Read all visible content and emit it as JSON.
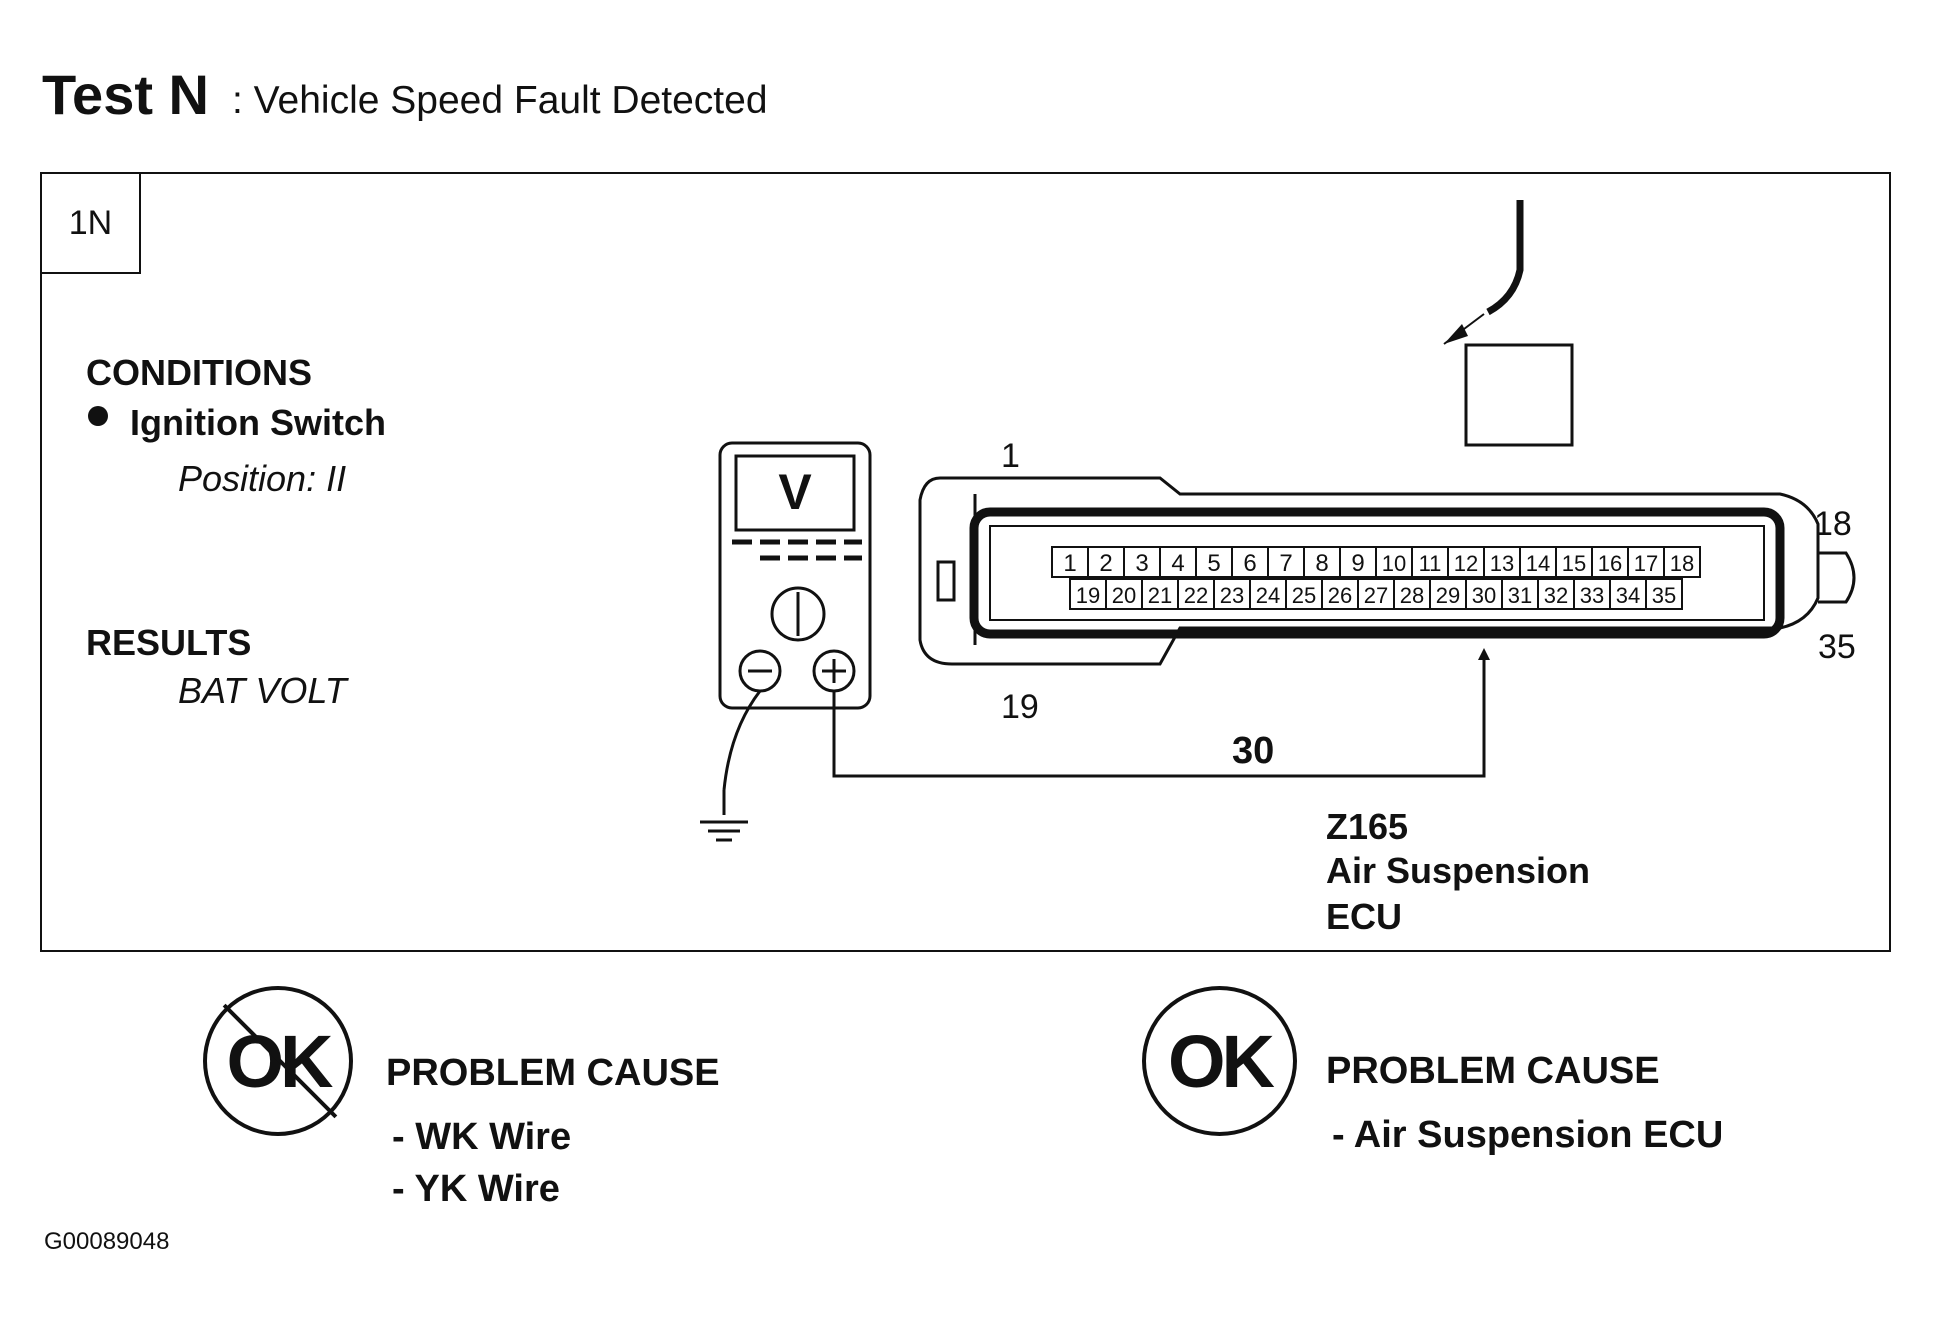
{
  "header": {
    "test_label": "Test N",
    "test_subtitle": ": Vehicle  Speed Fault Detected"
  },
  "step": {
    "label": "1N"
  },
  "conditions": {
    "heading": "CONDITIONS",
    "item": "Ignition Switch",
    "detail": "Position: II"
  },
  "results": {
    "heading": "RESULTS",
    "value": "BAT VOLT"
  },
  "meter": {
    "display": "V"
  },
  "connector": {
    "top_row": [
      "1",
      "2",
      "3",
      "4",
      "5",
      "6",
      "7",
      "8",
      "9",
      "10",
      "11",
      "12",
      "13",
      "14",
      "15",
      "16",
      "17",
      "18"
    ],
    "bottom_row": [
      "19",
      "20",
      "21",
      "22",
      "23",
      "24",
      "25",
      "26",
      "27",
      "28",
      "29",
      "30",
      "31",
      "32",
      "33",
      "34",
      "35"
    ],
    "pin_first_top": "1",
    "pin_last_top": "18",
    "pin_first_bottom": "19",
    "pin_last_bottom": "35",
    "probe_pin": "30",
    "ref": "Z165",
    "name_line1": "Air Suspension",
    "name_line2": "ECU"
  },
  "outcome_not_ok": {
    "symbol": "OK",
    "heading": "PROBLEM CAUSE",
    "causes": [
      "- WK Wire",
      "- YK  Wire"
    ]
  },
  "outcome_ok": {
    "symbol": "OK",
    "heading": "PROBLEM CAUSE",
    "causes": [
      "- Air Suspension ECU"
    ]
  },
  "footer": {
    "code": "G00089048"
  }
}
